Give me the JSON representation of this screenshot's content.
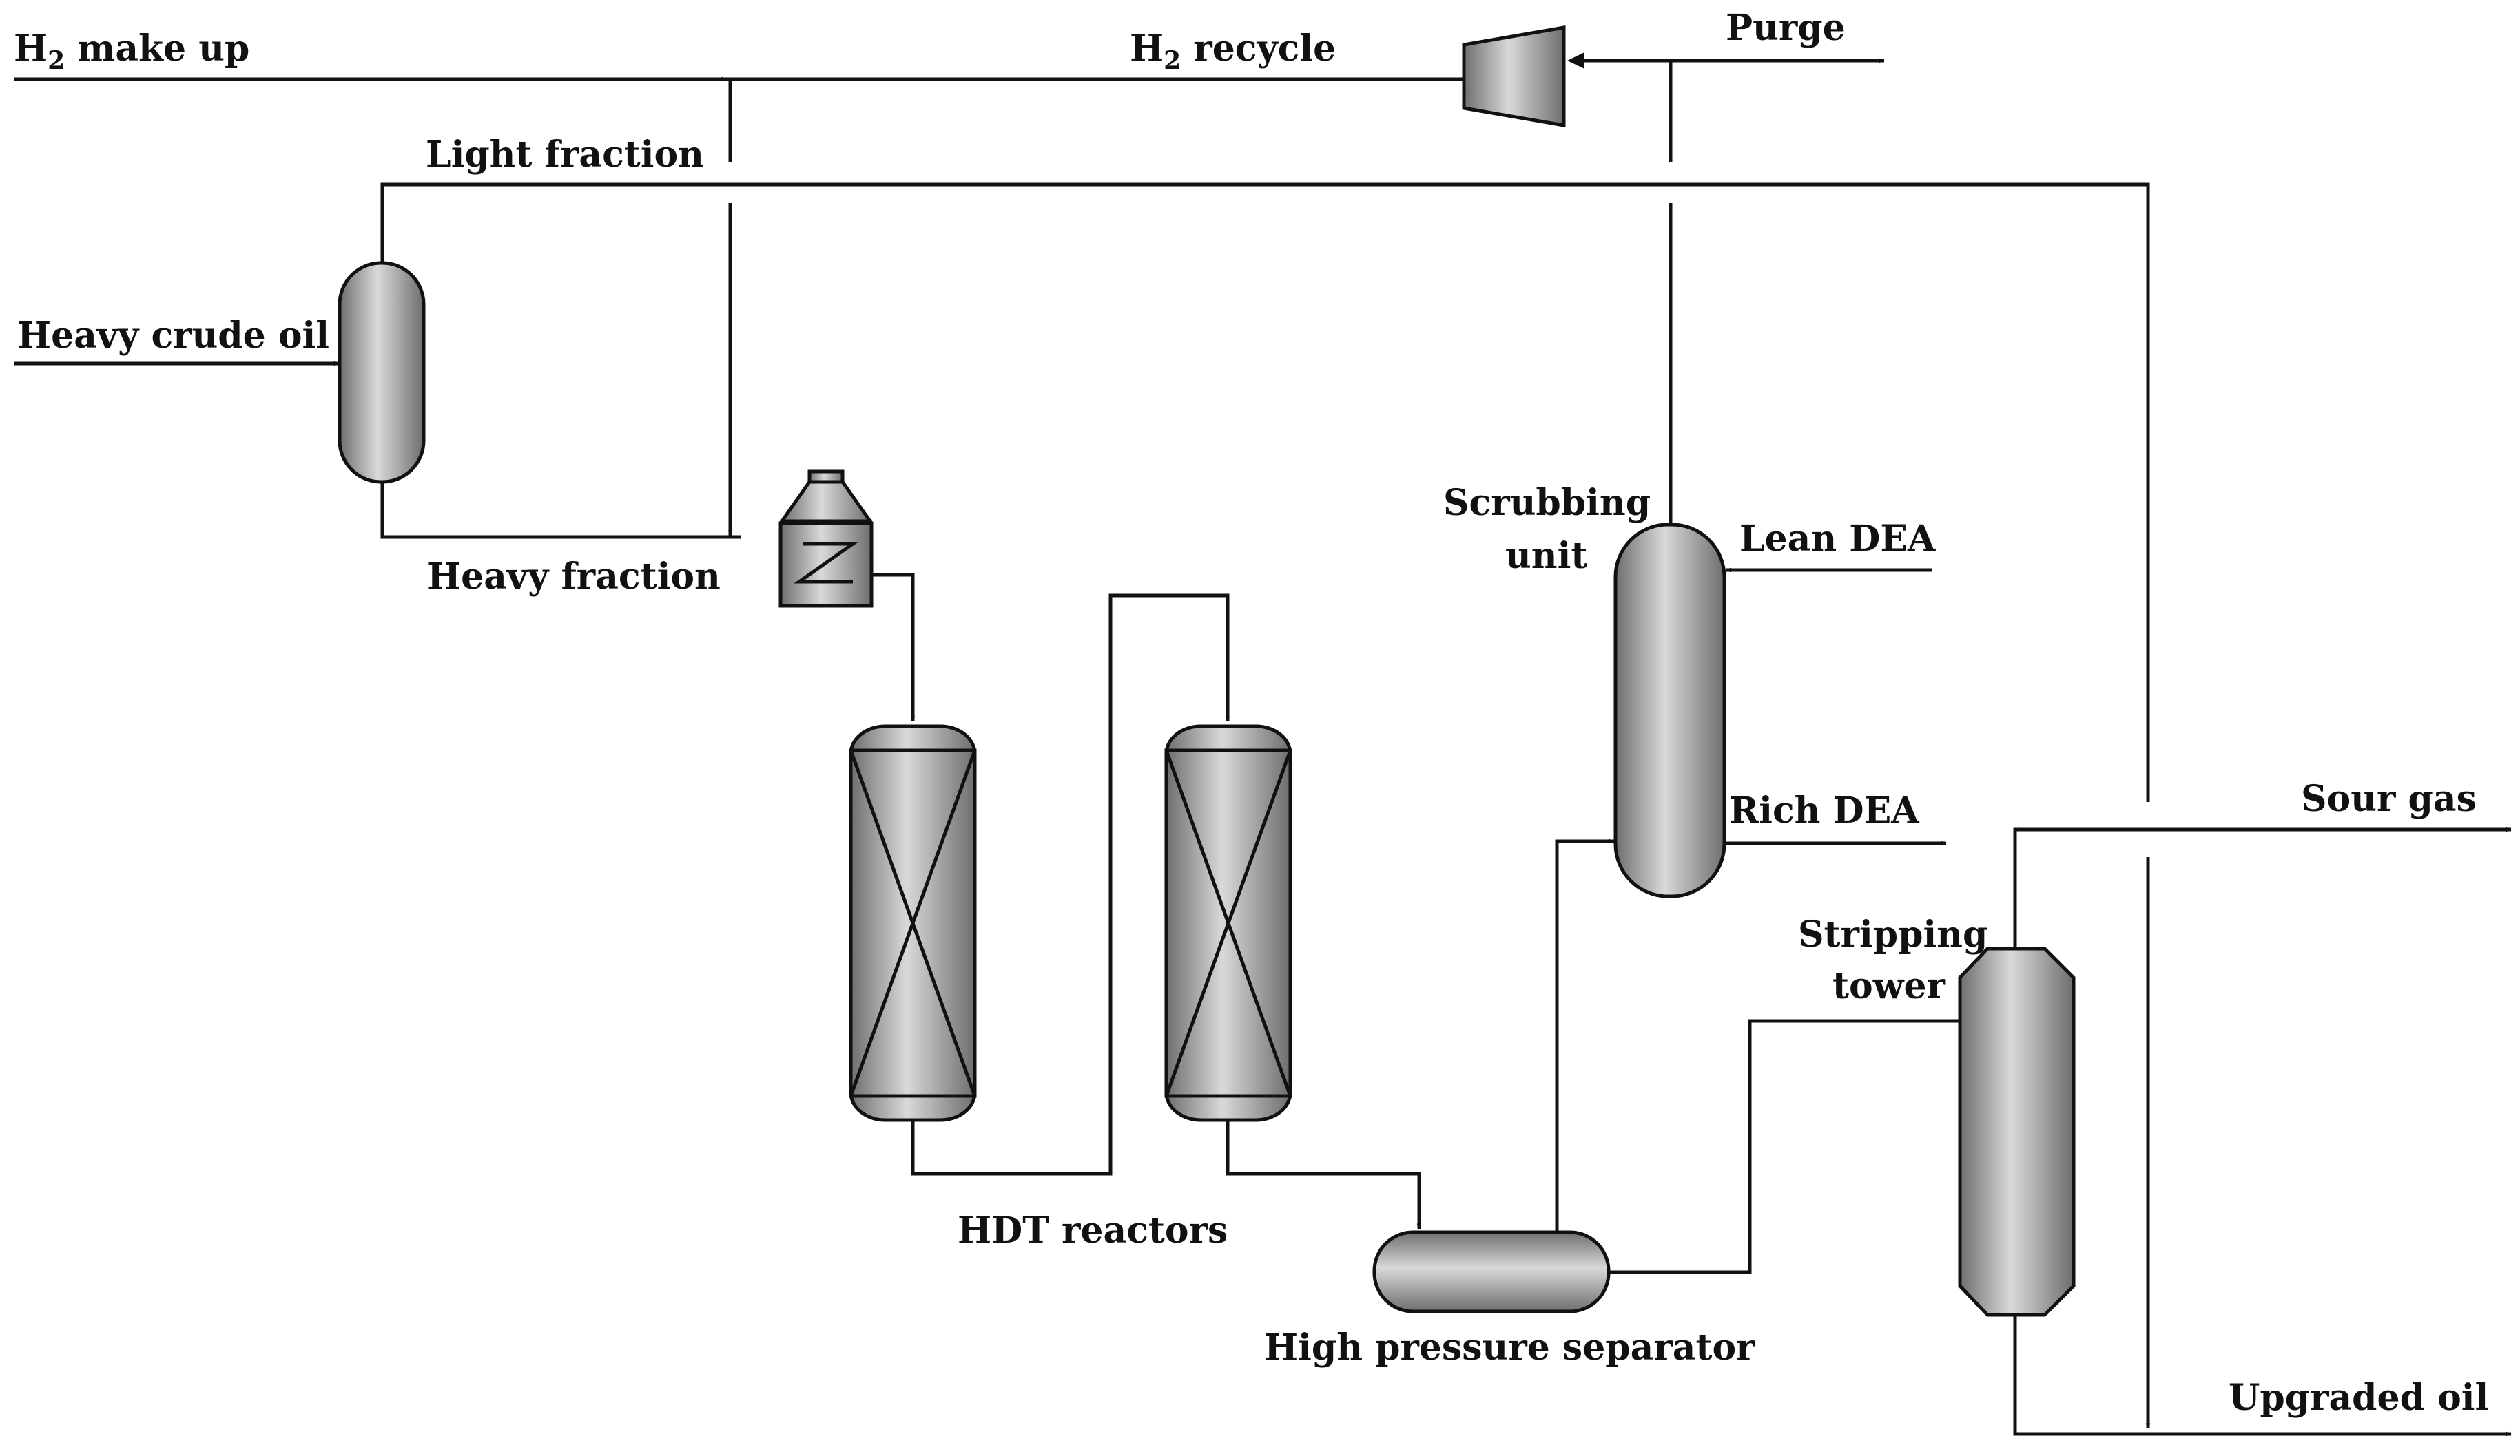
{
  "labels": {
    "h2_makeup_a": "H",
    "h2_makeup_sub": "2",
    "h2_makeup_b": " make up",
    "h2_recycle_a": "H",
    "h2_recycle_sub": "2",
    "h2_recycle_b": " recycle",
    "purge": "Purge",
    "light_fraction": "Light fraction",
    "heavy_crude_oil": "Heavy crude oil",
    "heavy_fraction": "Heavy fraction",
    "scrubbing_1": "Scrubbing",
    "scrubbing_2": "unit",
    "lean_dea": "Lean DEA",
    "rich_dea": "Rich DEA",
    "sour_gas": "Sour gas",
    "stripping_1": "Stripping",
    "stripping_2": "tower",
    "hdt_reactors": "HDT reactors",
    "hp_separator": "High pressure separator",
    "upgraded_oil": "Upgraded oil"
  },
  "colors": {
    "line": "#111111",
    "equipment_light": "#d9d9d9",
    "equipment_mid": "#a6a6a6",
    "equipment_dark": "#6e6e6e",
    "background": "#ffffff"
  }
}
